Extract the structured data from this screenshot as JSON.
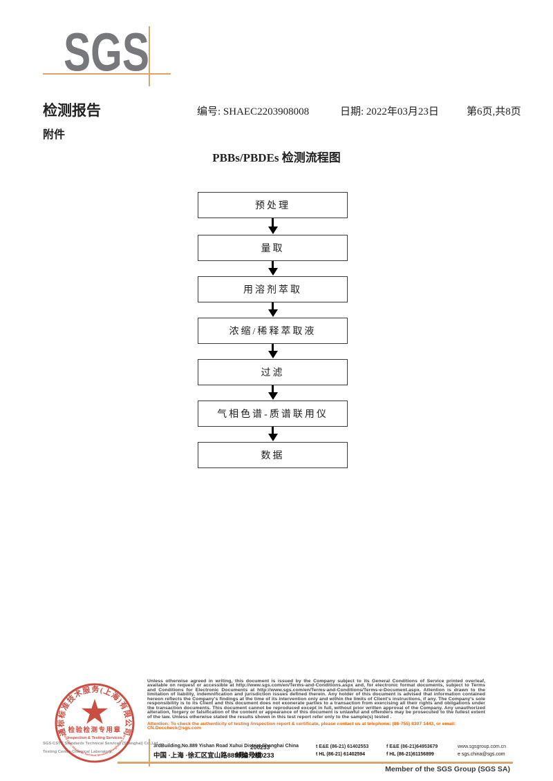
{
  "logo": {
    "text": "SGS"
  },
  "header": {
    "report_title": "检测报告",
    "report_no_label": "编号: SHAEC2203908008",
    "date_label": "日期: 2022年03月23日",
    "page_label": "第6页,共8页",
    "attachment": "附件"
  },
  "flowchart": {
    "title": "PBBs/PBDEs 检测流程图",
    "steps": [
      "预处理",
      "量取",
      "用溶剂萃取",
      "浓缩/稀释萃取液",
      "过滤",
      "气相色谱-质谱联用仪",
      "数据"
    ]
  },
  "stamp": {
    "ring_text": "通标标准技术服务(上海)有限公司",
    "bottom_ring_text": "SGS-CSTC Standards Technical Services (Shanghai) Co.,Ltd.",
    "seal_line1": "检验检测专用章",
    "seal_line2": "Inspection & Testing Services",
    "company_line1": "SGS-CSTC Standards Technical Services (Shanghai) Co.,Ltd.",
    "company_line2": "Testing Center-Chemical Laboratory."
  },
  "footer": {
    "legal": "Unless otherwise agreed in writing, this document is issued by the Company subject to its General Conditions of Service printed overleaf, available on request or accessible at http://www.sgs.com/en/Terms-and-Conditions.aspx and, for electronic format documents, subject to Terms and Conditions for Electronic Documents at http://www.sgs.com/en/Terms-and-Conditions/Terms-e-Document.aspx. Attention is drawn to the limitation of liability, indemnification and jurisdiction issues defined therein. Any holder of this document is advised that information contained hereon reflects the Company's findings at the time of its intervention only and within the limits of Client's instructions, if any. The Company's sole responsibility is to its Client and this document does not exonerate parties to a transaction from exercising all their rights and obligations under the transaction documents. This document cannot be reproduced except in full, without prior written approval of the Company. Any unauthorized alteration, forgery or falsification of the content or appearance of this document is unlawful and offenders may be prosecuted to the fullest extent of the law. Unless otherwise stated the results shown in this test report refer only to the sample(s) tested .",
    "attention": "Attention: To check the authenticity of testing /inspection report & certificate, please contact us at telephone: (86-755) 8307 1443, or email: CN.Doccheck@sgs.com",
    "address_en": "3rdBuilding,No.889 Yishan Road Xuhui District,Shanghai China",
    "postcode_en": "200233",
    "tel1": "t E&E (86-21) 61402553",
    "fax1": "f E&E (86-21)64953679",
    "web": "www.sgsgroup.com.cn",
    "address_cn": "中国 ·上海 ·徐汇区宜山路889号3号楼",
    "postcode_cn_label": "邮编: 200233",
    "tel2": "t HL (86-21) 61402594",
    "fax2": "f HL (86-21)61156899",
    "email": "e sgs.china@sgs.com",
    "member": "Member of the SGS Group (SGS SA)"
  },
  "colors": {
    "accent_orange": "#dca36a",
    "attention_orange": "#e8650d",
    "stamp_red": "#c43a2d",
    "logo_gray": "#77787b"
  }
}
